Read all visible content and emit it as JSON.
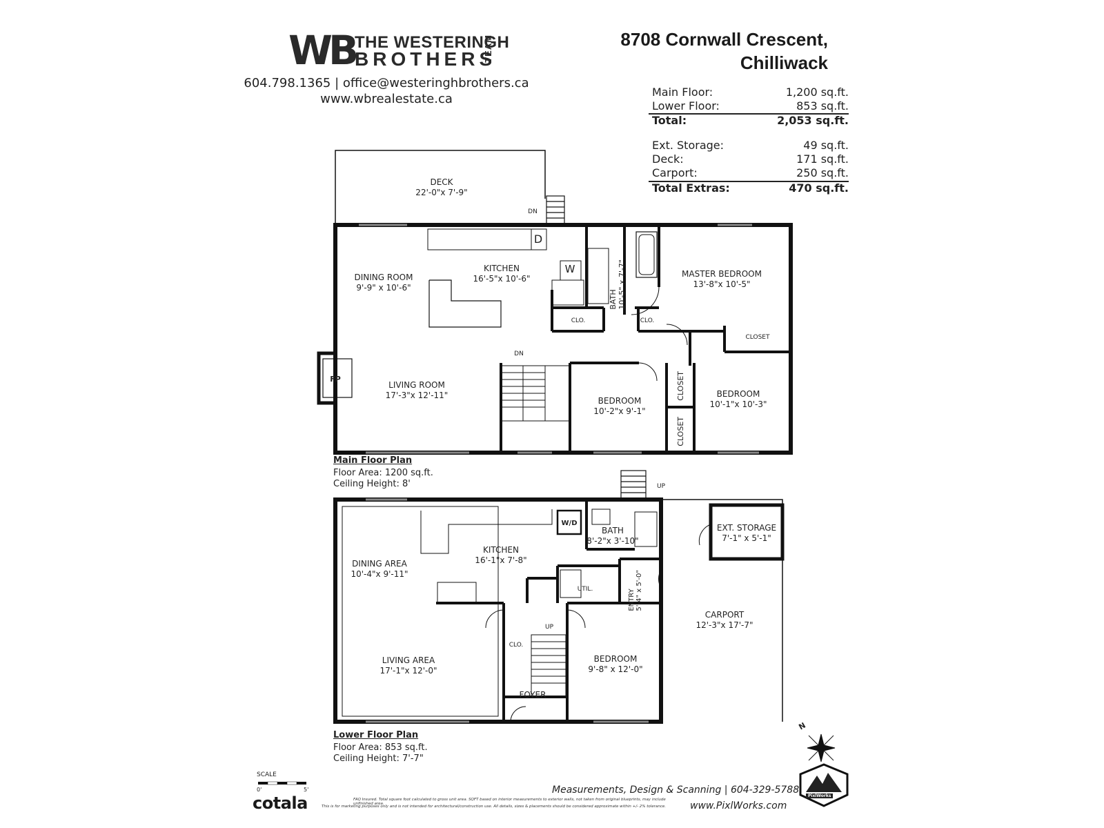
{
  "brand": {
    "logo_mark": "WB",
    "line1": "THE WESTERINGH",
    "line2": "BROTHERS",
    "team": "TEAM",
    "phone_email": "604.798.1365 | office@westeringhbrothers.ca",
    "website": "www.wbrealestate.ca"
  },
  "address": {
    "line1": "8708 Cornwall Crescent,",
    "line2": "Chilliwack"
  },
  "area_table": {
    "floors": [
      {
        "label": "Main Floor:",
        "value": "1,200 sq.ft."
      },
      {
        "label": "Lower Floor:",
        "value": "853 sq.ft."
      }
    ],
    "total": {
      "label": "Total:",
      "value": "2,053 sq.ft."
    },
    "extras": [
      {
        "label": "Ext. Storage:",
        "value": "49 sq.ft."
      },
      {
        "label": "Deck:",
        "value": "171 sq.ft."
      },
      {
        "label": "Carport:",
        "value": "250 sq.ft."
      }
    ],
    "total_extras": {
      "label": "Total Extras:",
      "value": "470 sq.ft."
    }
  },
  "main_floor": {
    "title": "Main Floor Plan",
    "area": "Floor Area: 1200 sq.ft.",
    "ceiling": "Ceiling Height: 8'",
    "rooms": {
      "deck": {
        "name": "DECK",
        "dims": "22'-0\"x 7'-9\""
      },
      "dining": {
        "name": "DINING ROOM",
        "dims": "9'-9\" x 10'-6\""
      },
      "kitchen": {
        "name": "KITCHEN",
        "dims": "16'-5\"x 10'-6\""
      },
      "bath": {
        "name": "BATH",
        "dims": "10'-5\" x 7'-7\""
      },
      "master": {
        "name": "MASTER BEDROOM",
        "dims": "13'-8\"x 10'-5\""
      },
      "living": {
        "name": "LIVING ROOM",
        "dims": "17'-3\"x 12'-11\""
      },
      "bed2": {
        "name": "BEDROOM",
        "dims": "10'-2\"x 9'-1\""
      },
      "bed3": {
        "name": "BEDROOM",
        "dims": "10'-1\"x 10'-3\""
      }
    },
    "marks": {
      "clo1": "CLO.",
      "clo2": "CLO.",
      "closet1": "CLOSET",
      "closet2": "CLOSET",
      "closet3": "CLOSET",
      "fp": "FP",
      "dn1": "DN",
      "dn2": "DN",
      "d": "D",
      "w": "W"
    }
  },
  "lower_floor": {
    "title": "Lower Floor Plan",
    "area": "Floor Area: 853 sq.ft.",
    "ceiling": "Ceiling Height: 7'-7\"",
    "rooms": {
      "dining": {
        "name": "DINING AREA",
        "dims": "10'-4\"x 9'-11\""
      },
      "kitchen": {
        "name": "KITCHEN",
        "dims": "16'-1\"x 7'-8\""
      },
      "bath": {
        "name": "BATH",
        "dims": "8'-2\"x 3'-10\""
      },
      "storage": {
        "name": "EXT. STORAGE",
        "dims": "7'-1\" x 5'-1\""
      },
      "entry": {
        "name": "ENTRY",
        "dims": "5'-4\" x 5'-0\""
      },
      "carport": {
        "name": "CARPORT",
        "dims": "12'-3\"x 17'-7\""
      },
      "living": {
        "name": "LIVING AREA",
        "dims": "17'-1\"x 12'-0\""
      },
      "bedroom": {
        "name": "BEDROOM",
        "dims": "9'-8\" x 12'-0\""
      },
      "foyer": {
        "name": "FOYER"
      },
      "util": {
        "name": "UTIL."
      }
    },
    "marks": {
      "wd": "W/D",
      "clo": "CLO.",
      "up1": "UP",
      "up2": "UP"
    }
  },
  "scale": {
    "label": "SCALE",
    "min": "0'",
    "max": "5'"
  },
  "cotala": "cotala",
  "footer": {
    "credit": "Measurements, Design & Scanning | 604-329-5788",
    "website": "www.PixlWorks.com",
    "badge": "PixlWorks",
    "fine1": "FAQ Insured. Total square foot calculated to gross unit area. SQFT based on interior measurements to exterior walls, not taken from original blueprints, may include unfinished area.",
    "fine2": "This is for marketing purposes only and is not intended for architectural/construction use. All details, sizes & placements should be considered approximate within +/- 2% tolerance."
  },
  "compass": {
    "north": "N"
  }
}
